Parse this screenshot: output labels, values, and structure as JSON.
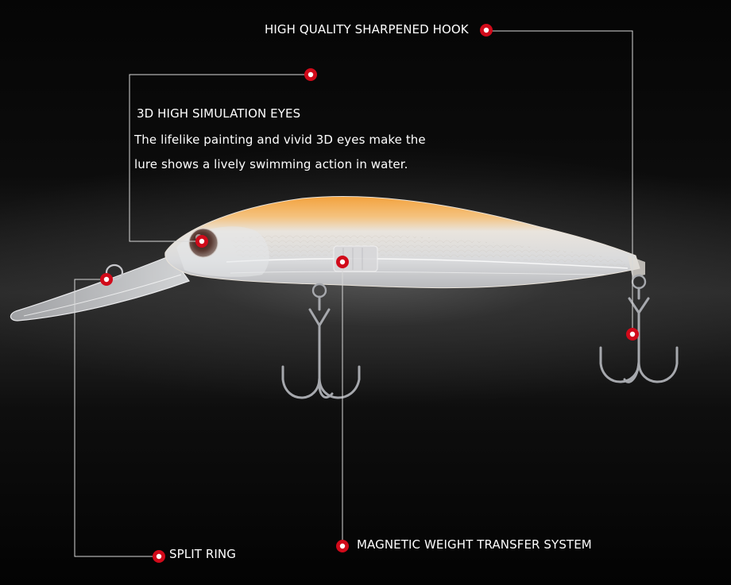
{
  "callouts": {
    "hook": {
      "label": "HIGH QUALITY SHARPENED HOOK"
    },
    "eyes": {
      "title": "3D HIGH SIMULATION EYES",
      "description": "The lifelike painting and vivid 3D eyes make the lure shows a lively swimming action in water."
    },
    "split_ring": {
      "label": "SPLIT RING"
    },
    "magnetic_weight": {
      "label": "MAGNETIC WEIGHT TRANSFER SYSTEM"
    }
  },
  "colors": {
    "marker_fill": "#d10a1a",
    "marker_ring": "#ffffff",
    "leader_line": "#d8d8d8",
    "lure_back": "#f0a040",
    "lure_body": "#e8e8ea",
    "text": "#ffffff"
  }
}
